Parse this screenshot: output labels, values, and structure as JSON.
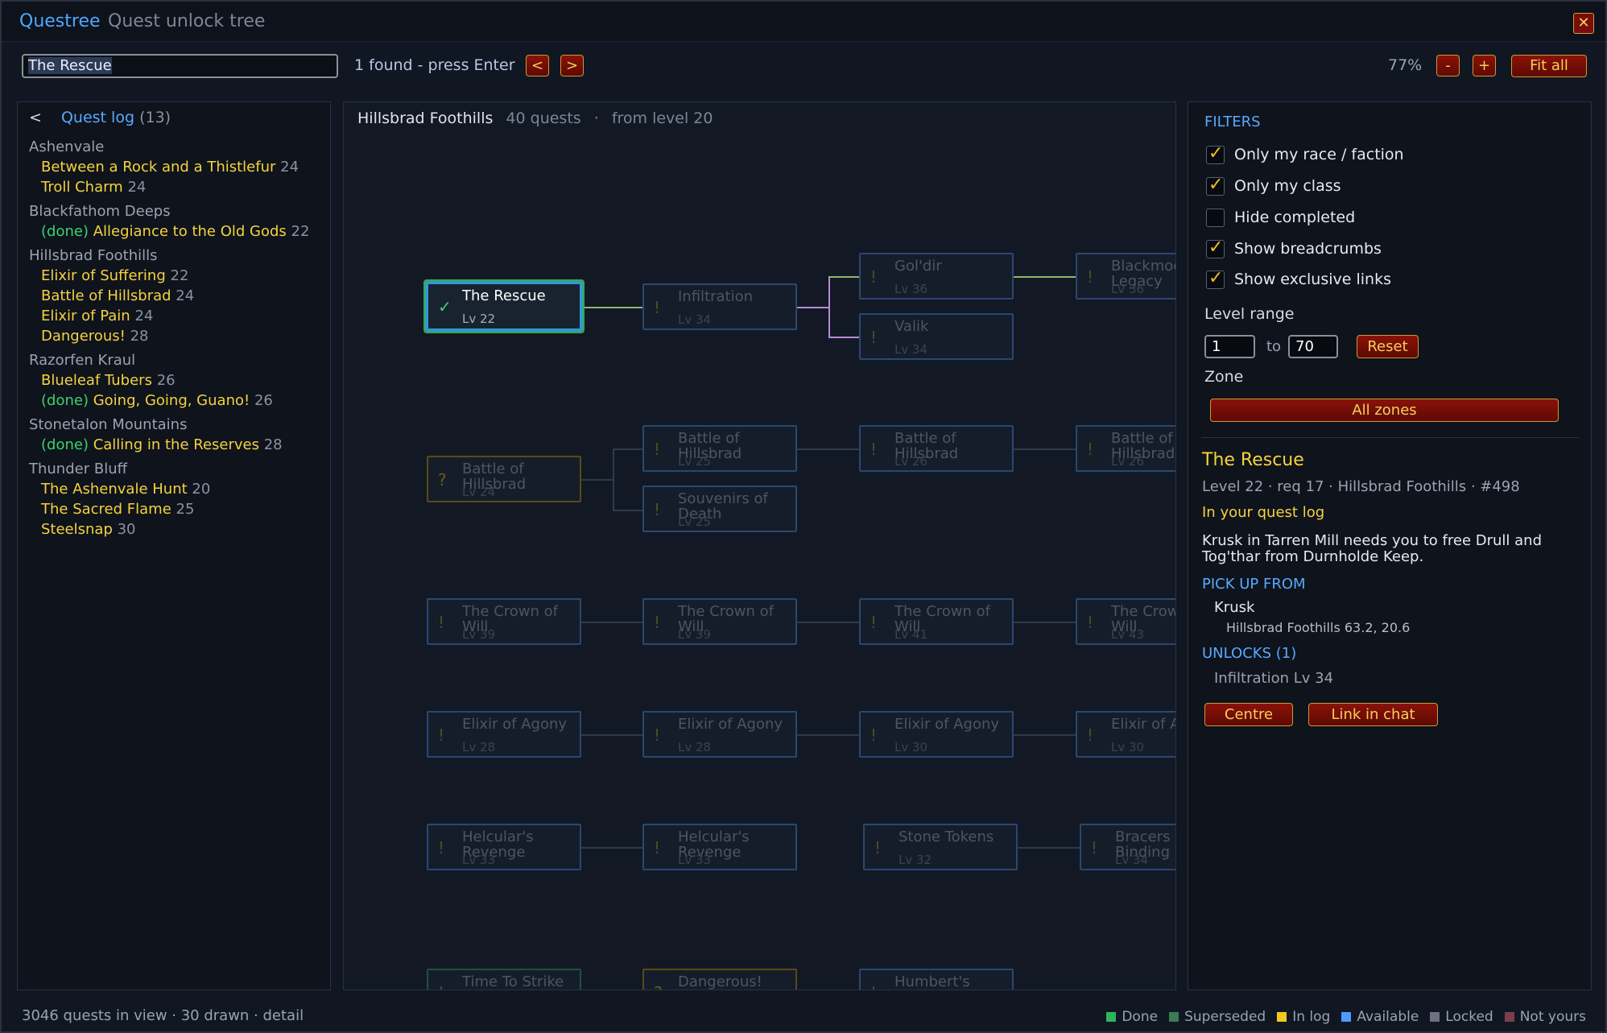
{
  "window": {
    "title": "Questree",
    "subtitle": "Quest unlock tree",
    "close_glyph": "✕"
  },
  "search": {
    "value": "The Rescue",
    "result_text": "1 found - press Enter",
    "prev_label": "<",
    "next_label": ">"
  },
  "zoom": {
    "level": "77%",
    "out_label": "-",
    "in_label": "+",
    "fit_label": "Fit all"
  },
  "quest_log": {
    "back_label": "<",
    "title": "Quest log",
    "count": "(13)",
    "zones": [
      {
        "name": "Ashenvale",
        "quests": [
          {
            "prefix": "",
            "name": "Between a Rock and a Thistlefur",
            "level": "24"
          },
          {
            "prefix": "",
            "name": "Troll Charm",
            "level": "24"
          }
        ]
      },
      {
        "name": "Blackfathom Deeps",
        "quests": [
          {
            "prefix": "(done)",
            "name": "Allegiance to the Old Gods",
            "level": "22"
          }
        ]
      },
      {
        "name": "Hillsbrad Foothills",
        "quests": [
          {
            "prefix": "",
            "name": "Elixir of Suffering",
            "level": "22"
          },
          {
            "prefix": "",
            "name": "Battle of Hillsbrad",
            "level": "24"
          },
          {
            "prefix": "",
            "name": "Elixir of Pain",
            "level": "24"
          },
          {
            "prefix": "",
            "name": "Dangerous!",
            "level": "28"
          }
        ]
      },
      {
        "name": "Razorfen Kraul",
        "quests": [
          {
            "prefix": "",
            "name": "Blueleaf Tubers",
            "level": "26"
          },
          {
            "prefix": "(done)",
            "name": "Going, Going, Guano!",
            "level": "26"
          }
        ]
      },
      {
        "name": "Stonetalon Mountains",
        "quests": [
          {
            "prefix": "(done)",
            "name": "Calling in the Reserves",
            "level": "28"
          }
        ]
      },
      {
        "name": "Thunder Bluff",
        "quests": [
          {
            "prefix": "",
            "name": "The Ashenvale Hunt",
            "level": "20"
          },
          {
            "prefix": "",
            "name": "The Sacred Flame",
            "level": "25"
          },
          {
            "prefix": "",
            "name": "Steelsnap",
            "level": "30"
          }
        ]
      }
    ]
  },
  "map": {
    "zone": "Hillsbrad Foothills",
    "quest_count": "40 quests",
    "separator": "·",
    "from_level": "from level 20",
    "nodes": [
      {
        "id": "n1",
        "name": "The Rescue",
        "level": "Lv 22",
        "icon": "check-icon",
        "state": "sel"
      },
      {
        "id": "n2",
        "name": "Infiltration",
        "level": "Lv 34",
        "icon": "exclamation-icon",
        "state": "avail"
      },
      {
        "id": "n3",
        "name": "Gol'dir",
        "level": "Lv 36",
        "icon": "exclamation-icon",
        "state": "avail"
      },
      {
        "id": "n4",
        "name": "Valik",
        "level": "Lv 34",
        "icon": "exclamation-icon",
        "state": "avail"
      },
      {
        "id": "n5",
        "name": "Blackmoor Legacy",
        "level": "Lv 36",
        "icon": "exclamation-icon",
        "state": "avail"
      },
      {
        "id": "n6",
        "name": "Battle of Hillsbrad",
        "level": "Lv 24",
        "icon": "question-icon",
        "state": "inlog"
      },
      {
        "id": "n7",
        "name": "Battle of Hillsbrad",
        "level": "Lv 25",
        "icon": "exclamation-icon",
        "state": "avail"
      },
      {
        "id": "n8",
        "name": "Souvenirs of Death",
        "level": "Lv 25",
        "icon": "exclamation-icon",
        "state": "avail"
      },
      {
        "id": "n9",
        "name": "Battle of Hillsbrad",
        "level": "Lv 26",
        "icon": "exclamation-icon",
        "state": "avail"
      },
      {
        "id": "n10",
        "name": "Battle of Hillsbrad",
        "level": "Lv 26",
        "icon": "exclamation-icon",
        "state": "avail"
      },
      {
        "id": "n11",
        "name": "The Crown of Will",
        "level": "Lv 39",
        "icon": "exclamation-icon",
        "state": "avail"
      },
      {
        "id": "n12",
        "name": "The Crown of Will",
        "level": "Lv 39",
        "icon": "exclamation-icon",
        "state": "avail"
      },
      {
        "id": "n13",
        "name": "The Crown of Will",
        "level": "Lv 41",
        "icon": "exclamation-icon",
        "state": "avail"
      },
      {
        "id": "n14",
        "name": "The Crown of Will",
        "level": "Lv 43",
        "icon": "exclamation-icon",
        "state": "avail"
      },
      {
        "id": "n15",
        "name": "Elixir of Agony",
        "level": "Lv 28",
        "icon": "exclamation-icon",
        "state": "avail"
      },
      {
        "id": "n16",
        "name": "Elixir of Agony",
        "level": "Lv 28",
        "icon": "exclamation-icon",
        "state": "avail"
      },
      {
        "id": "n17",
        "name": "Elixir of Agony",
        "level": "Lv 30",
        "icon": "exclamation-icon",
        "state": "avail"
      },
      {
        "id": "n18",
        "name": "Elixir of Agony",
        "level": "Lv 30",
        "icon": "exclamation-icon",
        "state": "avail"
      },
      {
        "id": "n19",
        "name": "Helcular's Revenge",
        "level": "Lv 33",
        "icon": "exclamation-icon",
        "state": "avail"
      },
      {
        "id": "n20",
        "name": "Helcular's Revenge",
        "level": "Lv 33",
        "icon": "exclamation-icon",
        "state": "avail"
      },
      {
        "id": "n21",
        "name": "Stone Tokens",
        "level": "Lv 32",
        "icon": "exclamation-icon",
        "state": "avail"
      },
      {
        "id": "n22",
        "name": "Bracers of Binding",
        "level": "Lv 34",
        "icon": "exclamation-icon",
        "state": "avail"
      },
      {
        "id": "n23",
        "name": "Time To Strike",
        "level": "",
        "icon": "exclamation-icon",
        "state": "done"
      },
      {
        "id": "n24",
        "name": "Dangerous!",
        "level": "",
        "icon": "question-icon",
        "state": "inlog"
      },
      {
        "id": "n25",
        "name": "Humbert's",
        "level": "",
        "icon": "exclamation-icon",
        "state": "avail"
      }
    ]
  },
  "filters": {
    "title": "FILTERS",
    "options": [
      {
        "label": "Only my race / faction",
        "checked": true
      },
      {
        "label": "Only my class",
        "checked": true
      },
      {
        "label": "Hide completed",
        "checked": false
      },
      {
        "label": "Show breadcrumbs",
        "checked": true
      },
      {
        "label": "Show exclusive links",
        "checked": true
      }
    ],
    "level_range_label": "Level range",
    "level_min": "1",
    "to_label": "to",
    "level_max": "70",
    "reset_label": "Reset",
    "zone_label": "Zone",
    "zone_value": "All zones"
  },
  "detail": {
    "title": "The Rescue",
    "meta": "Level 22  ·  req 17  ·  Hillsbrad Foothills  ·  #498",
    "status": "In your quest log",
    "description": "Krusk in Tarren Mill needs you to free Drull and Tog'thar from Durnholde Keep.",
    "pickup_title": "PICK UP FROM",
    "giver": "Krusk",
    "giver_location": "Hillsbrad Foothills  63.2, 20.6",
    "unlocks_title": "UNLOCKS (1)",
    "unlock_item": "Infiltration  Lv 34",
    "centre_label": "Centre",
    "link_label": "Link in chat"
  },
  "status_bar": {
    "text": "3046 quests in view  ·  30 drawn  ·  detail",
    "legend": [
      {
        "label": "Done",
        "color": "#2fb35a"
      },
      {
        "label": "Superseded",
        "color": "#3d7a55"
      },
      {
        "label": "In log",
        "color": "#f0c820"
      },
      {
        "label": "Available",
        "color": "#4d9bff"
      },
      {
        "label": "Locked",
        "color": "#6b7180"
      },
      {
        "label": "Not yours",
        "color": "#7a3f4a"
      }
    ]
  }
}
